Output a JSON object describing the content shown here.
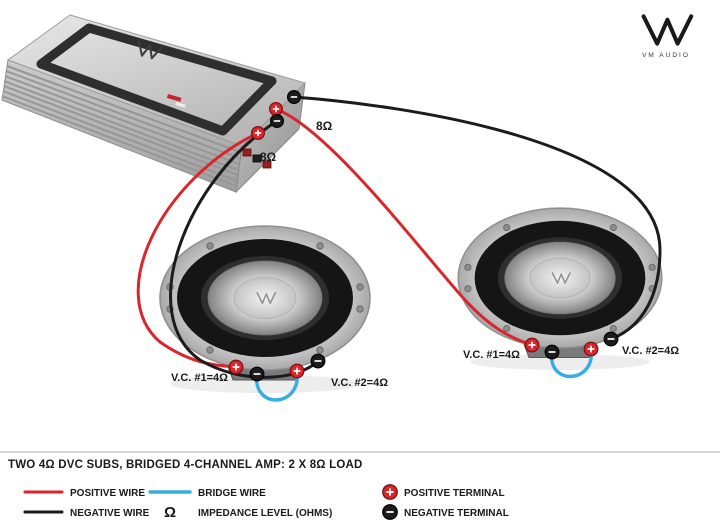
{
  "brand": {
    "name": "VM AUDIO"
  },
  "amp": {
    "channel_labels": [
      "8Ω",
      "8Ω"
    ]
  },
  "subs": [
    {
      "vc1_label": "V.C. #1=4Ω",
      "vc2_label": "V.C. #2=4Ω"
    },
    {
      "vc1_label": "V.C. #1=4Ω",
      "vc2_label": "V.C. #2=4Ω"
    }
  ],
  "title": "TWO 4Ω DVC SUBS, BRIDGED 4-CHANNEL AMP: 2 X 8Ω LOAD",
  "legend": {
    "positive_wire": "POSITIVE WIRE",
    "negative_wire": "NEGATIVE WIRE",
    "bridge_wire": "BRIDGE WIRE",
    "impedance_symbol": "Ω",
    "impedance_label": "IMPEDANCE LEVEL (OHMS)",
    "positive_terminal": "POSITIVE TERMINAL",
    "negative_terminal": "NEGATIVE TERMINAL"
  },
  "colors": {
    "positive": "#d9262b",
    "negative": "#1b1b1b",
    "bridge": "#35aee2"
  }
}
